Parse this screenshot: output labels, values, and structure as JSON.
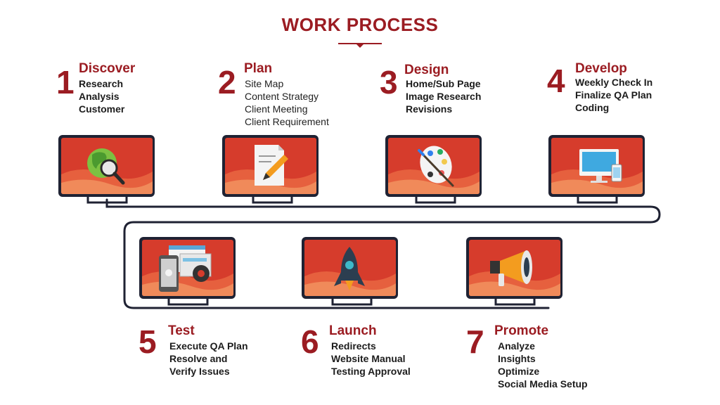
{
  "title": "WORK PROCESS",
  "steps": [
    {
      "number": "1",
      "name": "Discover",
      "items": [
        "Research",
        "Analysis",
        "Customer"
      ],
      "icon": "globe-magnifier-icon"
    },
    {
      "number": "2",
      "name": "Plan",
      "items": [
        "Site Map",
        "Content Strategy",
        "Client Meeting",
        "Client Requirement"
      ],
      "icon": "document-pencil-icon"
    },
    {
      "number": "3",
      "name": "Design",
      "items": [
        "Home/Sub Page",
        "Image Research",
        "Revisions"
      ],
      "icon": "palette-icon"
    },
    {
      "number": "4",
      "name": "Develop",
      "items": [
        "Weekly Check In",
        "Finalize QA Plan",
        "Coding"
      ],
      "icon": "desktop-phone-icon"
    },
    {
      "number": "5",
      "name": "Test",
      "items": [
        "Execute QA Plan",
        "Resolve and",
        "Verify Issues"
      ],
      "icon": "devices-gear-icon"
    },
    {
      "number": "6",
      "name": "Launch",
      "items": [
        "Redirects",
        "Website Manual",
        "Testing Approval"
      ],
      "icon": "rocket-icon"
    },
    {
      "number": "7",
      "name": "Promote",
      "items": [
        "Analyze",
        "Insights",
        "Optimize",
        "Social Media Setup"
      ],
      "icon": "megaphone-icon"
    }
  ],
  "colors": {
    "accent": "#9b1c22",
    "screen": "#d63c2c",
    "frame": "#1f2233"
  }
}
